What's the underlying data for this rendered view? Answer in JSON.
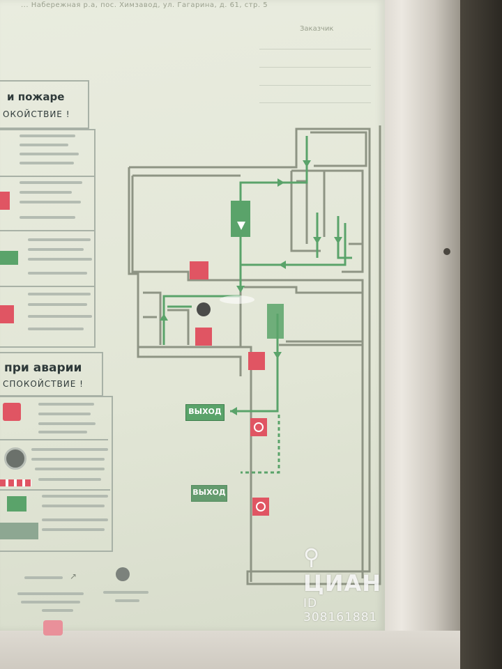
{
  "header": {
    "address_text": "... Набережная р.а, пос. Химзавод, ул. Гагарина, д. 61, стр. 5",
    "small_label": "Заказчик"
  },
  "legend_top": {
    "title_partial": "и пожаре",
    "subtitle_partial": "ОКОЙСТВИЕ !"
  },
  "legend_bottom": {
    "title_partial": "при аварии",
    "subtitle_partial": "СПОКОЙСТВИЕ !"
  },
  "plan": {
    "exit_label_main": "ВЫХОД",
    "exit_label_secondary": "ВЫХОД"
  },
  "watermark": {
    "brand": "ЦИАН",
    "listing_id": "ID 308161881"
  },
  "colors": {
    "route_green": "#5aa36a",
    "wall_lines": "#8e9484",
    "fire_red": "#e05563",
    "panel_bg": "#e5e8da"
  }
}
